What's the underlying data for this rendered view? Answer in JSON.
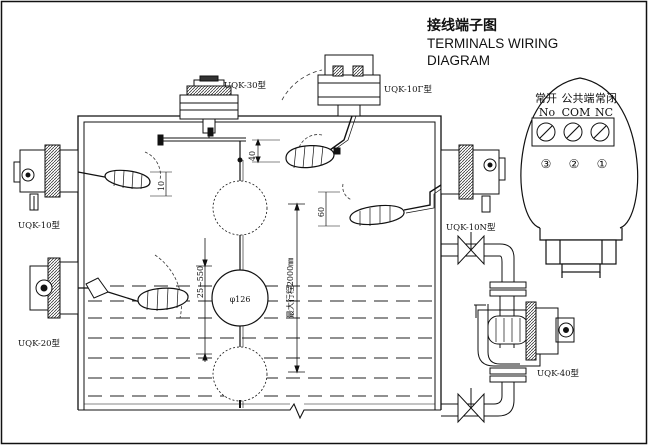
{
  "title": {
    "zh": "接线端子图",
    "en_line1": "TERMINALS WIRING",
    "en_line2": "DIAGRAM"
  },
  "terminals": [
    {
      "zh": "常开",
      "en": "No",
      "num": "③"
    },
    {
      "zh": "公共端",
      "en": "COM",
      "num": "②"
    },
    {
      "zh": "常闭",
      "en": "NC",
      "num": "①"
    }
  ],
  "models": {
    "top_left": "UQK-30型",
    "top_right": "UQK-10Γ型",
    "left_upper": "UQK-10型",
    "right_upper": "UQK-10N型",
    "left_lower": "UQK-20型",
    "right_lower": "UQK-40型"
  },
  "dimensions": {
    "d40": "40",
    "d10": "10",
    "d60": "60",
    "range": "25~550",
    "diameter": "φ126",
    "max_stroke": "最大行程2000㎜"
  }
}
